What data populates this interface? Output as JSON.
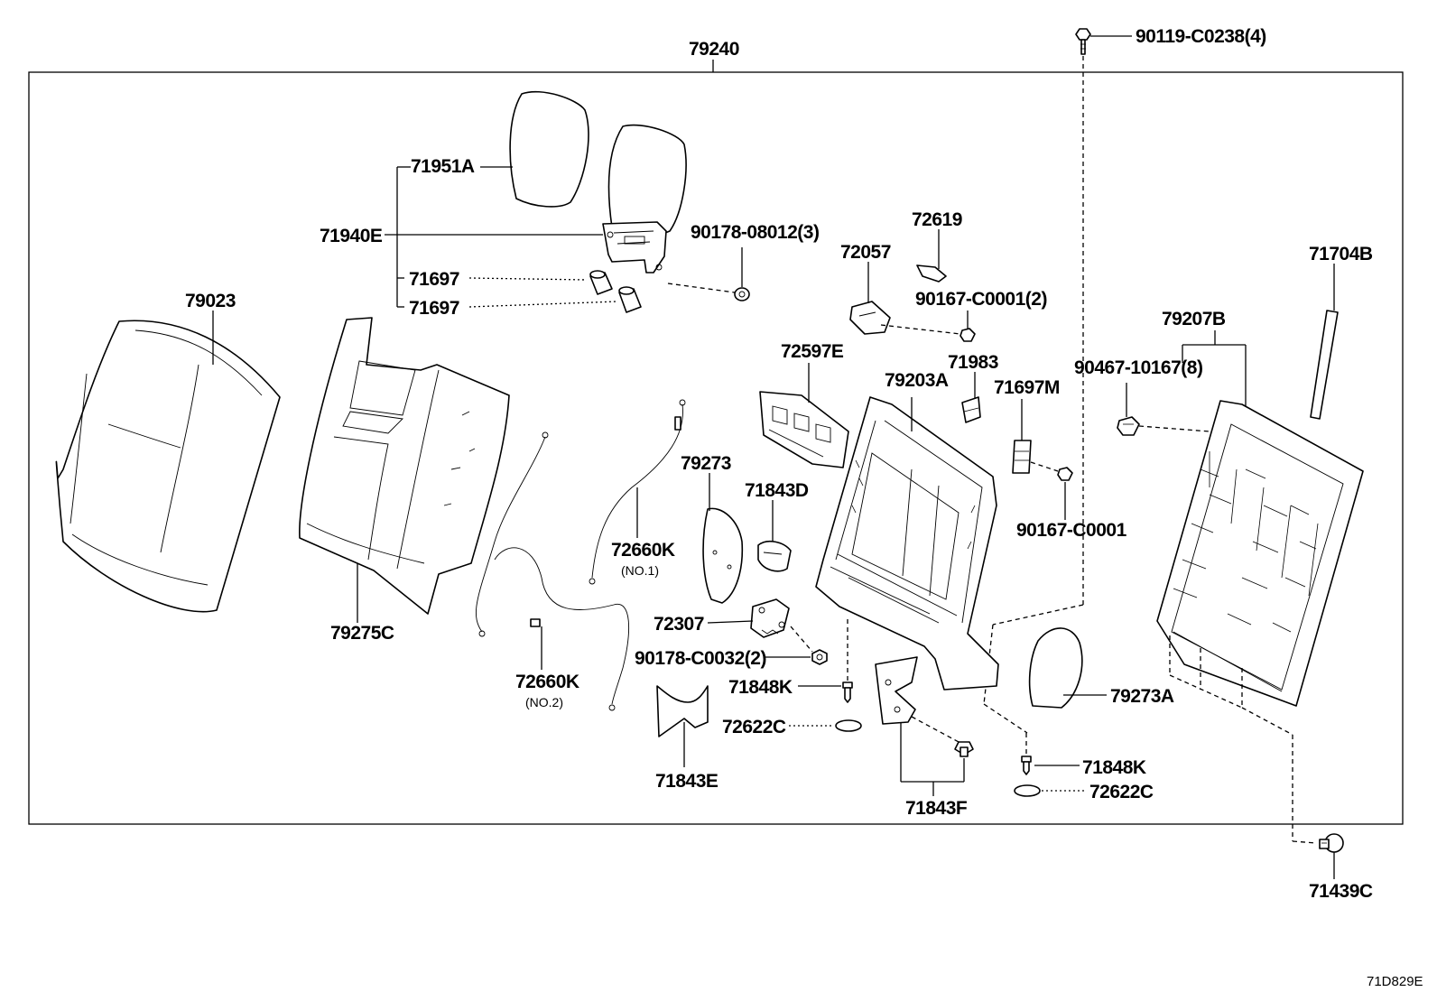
{
  "diagram": {
    "assembly_label": "79240",
    "image_code": "71D829E",
    "labels": {
      "l_90119": "90119-C0238(4)",
      "l_71951A": "71951A",
      "l_71940E": "71940E",
      "l_71697_a": "71697",
      "l_71697_b": "71697",
      "l_90178_08012": "90178-08012(3)",
      "l_79023": "79023",
      "l_79275C": "79275C",
      "l_72619": "72619",
      "l_72057": "72057",
      "l_90167_2": "90167-C0001(2)",
      "l_72597E": "72597E",
      "l_71983": "71983",
      "l_79203A": "79203A",
      "l_71697M": "71697M",
      "l_90167": "90167-C0001",
      "l_71704B": "71704B",
      "l_79207B": "79207B",
      "l_90467": "90467-10167(8)",
      "l_79273": "79273",
      "l_71843D": "71843D",
      "l_72660K_1": "72660K",
      "l_no1": "(NO.1)",
      "l_72660K_2": "72660K",
      "l_no2": "(NO.2)",
      "l_72307": "72307",
      "l_90178_C0032": "90178-C0032(2)",
      "l_71848K_a": "71848K",
      "l_72622C_a": "72622C",
      "l_71843E": "71843E",
      "l_71843F": "71843F",
      "l_71848K_b": "71848K",
      "l_72622C_b": "72622C",
      "l_79273A": "79273A",
      "l_71439C": "71439C"
    }
  }
}
